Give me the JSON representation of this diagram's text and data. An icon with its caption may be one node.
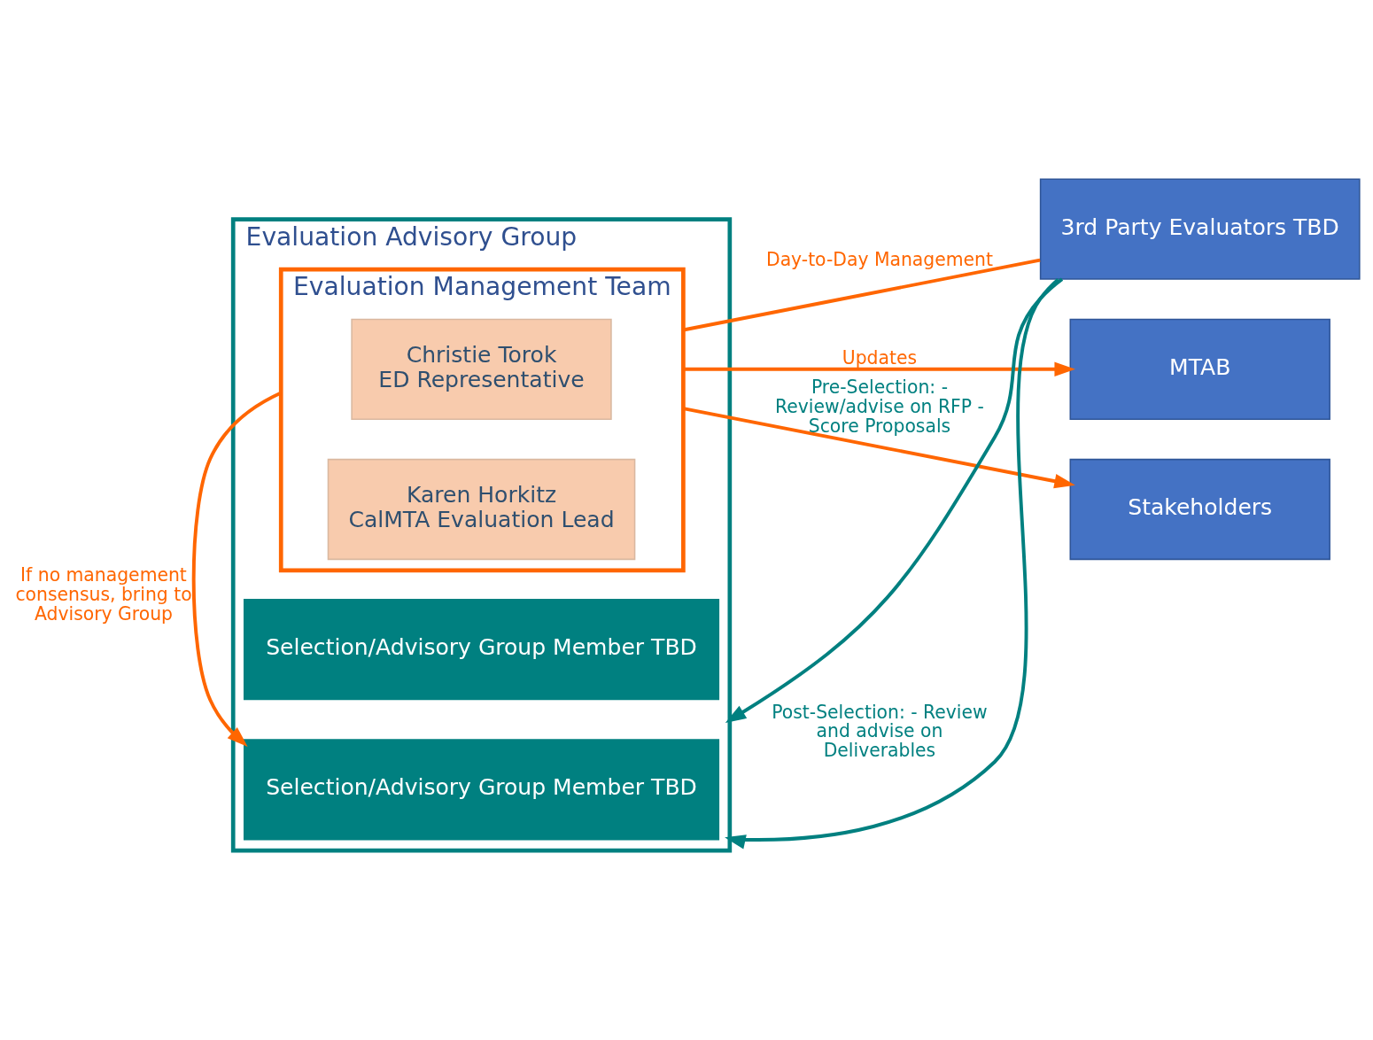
{
  "diagram": {
    "nodes": [
      {
        "text": [
          "Evaluation Advisory Group"
        ]
      },
      {
        "text": [
          "Evaluation Management Team"
        ],
        "in": 0
      },
      {
        "text": [
          "Christie Torok",
          "ED Representative"
        ],
        "in": 1
      },
      {
        "text": [
          "Karen Horkitz",
          "CalMTA Evaluation Lead"
        ],
        "in": 1
      },
      {
        "text": [
          "Selection/Advisory Group Member TBD"
        ],
        "in": 0
      },
      {
        "text": [
          "Selection/Advisory Group Member TBD"
        ],
        "in": 0
      },
      {
        "text": [
          "3rd Party Evaluators TBD"
        ]
      },
      {
        "text": [
          "MTAB"
        ]
      },
      {
        "text": [
          "Stakeholders"
        ]
      }
    ],
    "edges": [
      {
        "from": 1,
        "to": 0,
        "arrow": "to",
        "label": "If no management consensus, bring to Advisory Group",
        "color": "#ff6600"
      },
      {
        "from": 1,
        "to": 6,
        "arrow": "none",
        "label": "Day-to-Day Management",
        "color": "#ff6600"
      },
      {
        "from": 6,
        "to": 0,
        "arrow": "to",
        "label": "Pre-Selection: - Review/advise on RFP - Score Proposals",
        "color": "#008080"
      },
      {
        "from": 6,
        "to": 0,
        "arrow": "to",
        "label": "Post-Selection: - Review and advise on Deliverables",
        "color": "#008080"
      },
      {
        "from": 1,
        "to": 7,
        "arrow": "to",
        "label": "Updates",
        "color": "#ff6600"
      },
      {
        "from": 1,
        "to": 8,
        "arrow": "to",
        "color": "#ff6600"
      }
    ]
  }
}
